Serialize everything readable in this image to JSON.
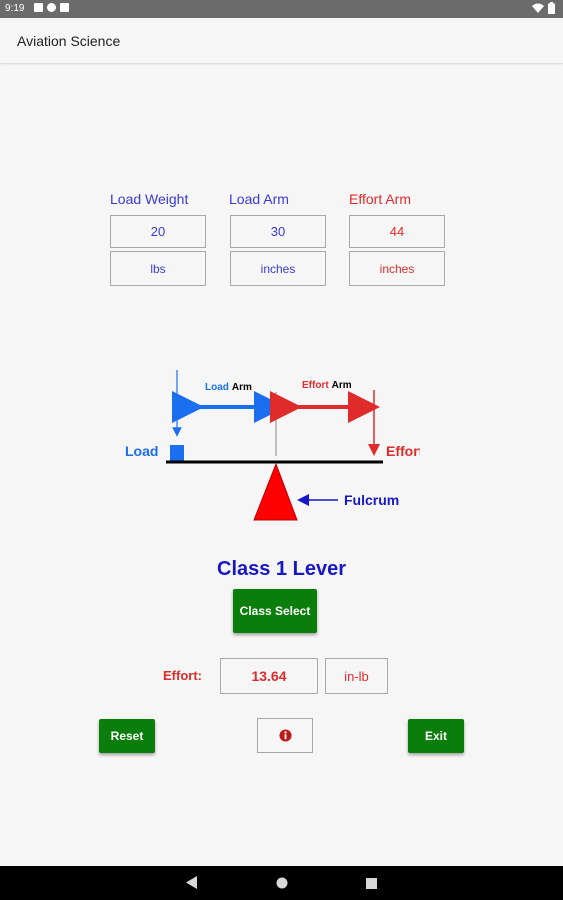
{
  "status_bar": {
    "time": "9:19"
  },
  "app": {
    "title": "Aviation Science"
  },
  "inputs": {
    "load_weight": {
      "label": "Load Weight",
      "value": "20",
      "unit": "lbs"
    },
    "load_arm": {
      "label": "Load Arm",
      "value": "30",
      "unit": "inches"
    },
    "effort_arm": {
      "label": "Effort Arm",
      "value": "44",
      "unit": "inches"
    }
  },
  "diagram": {
    "load_label": "Load",
    "effort_label": "Effort",
    "fulcrum_label": "Fulcrum",
    "load_arm_word1": "Load",
    "effort_arm_word1": "Effort",
    "arm_word": "Arm"
  },
  "lever_title": "Class 1 Lever",
  "buttons": {
    "class_select": "Class Select",
    "reset": "Reset",
    "exit": "Exit"
  },
  "result": {
    "label": "Effort:",
    "value": "13.64",
    "unit": "in-lb"
  },
  "colors": {
    "blue": "#3a3ad8",
    "red": "#e02b2b",
    "green": "#0a7d0a",
    "arrow_blue": "#1a6ff0"
  },
  "icons": [
    "wifi-icon",
    "battery-icon",
    "info-icon",
    "back-icon",
    "home-icon",
    "recents-icon"
  ]
}
